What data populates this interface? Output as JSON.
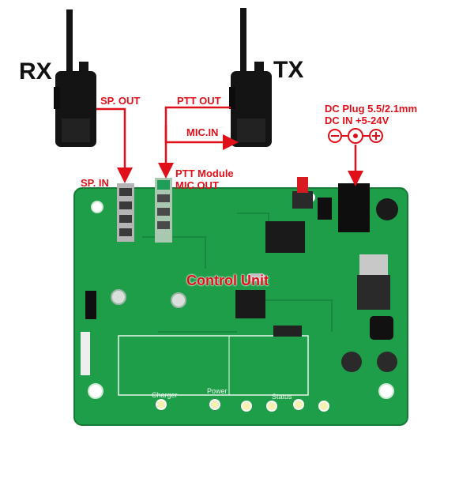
{
  "labels": {
    "rx": "RX",
    "tx": "TX",
    "sp_out": "SP. OUT",
    "ptt_out": "PTT OUT",
    "mic_in": "MIC.IN",
    "sp_in": "SP. IN",
    "ptt_module": "PTT Module",
    "mic_out": "MIC.OUT",
    "dc_plug": "DC Plug 5.5/2.1mm",
    "dc_in": "DC IN +5-24V",
    "control_unit": "Control Unit"
  },
  "silkscreen": {
    "charger": "Charger",
    "power": "Power",
    "status": "Status"
  },
  "colors": {
    "board": "#1f9e4a",
    "accent_red": "#e0101a",
    "radio": "#141414",
    "led": "#f4f0b0"
  }
}
